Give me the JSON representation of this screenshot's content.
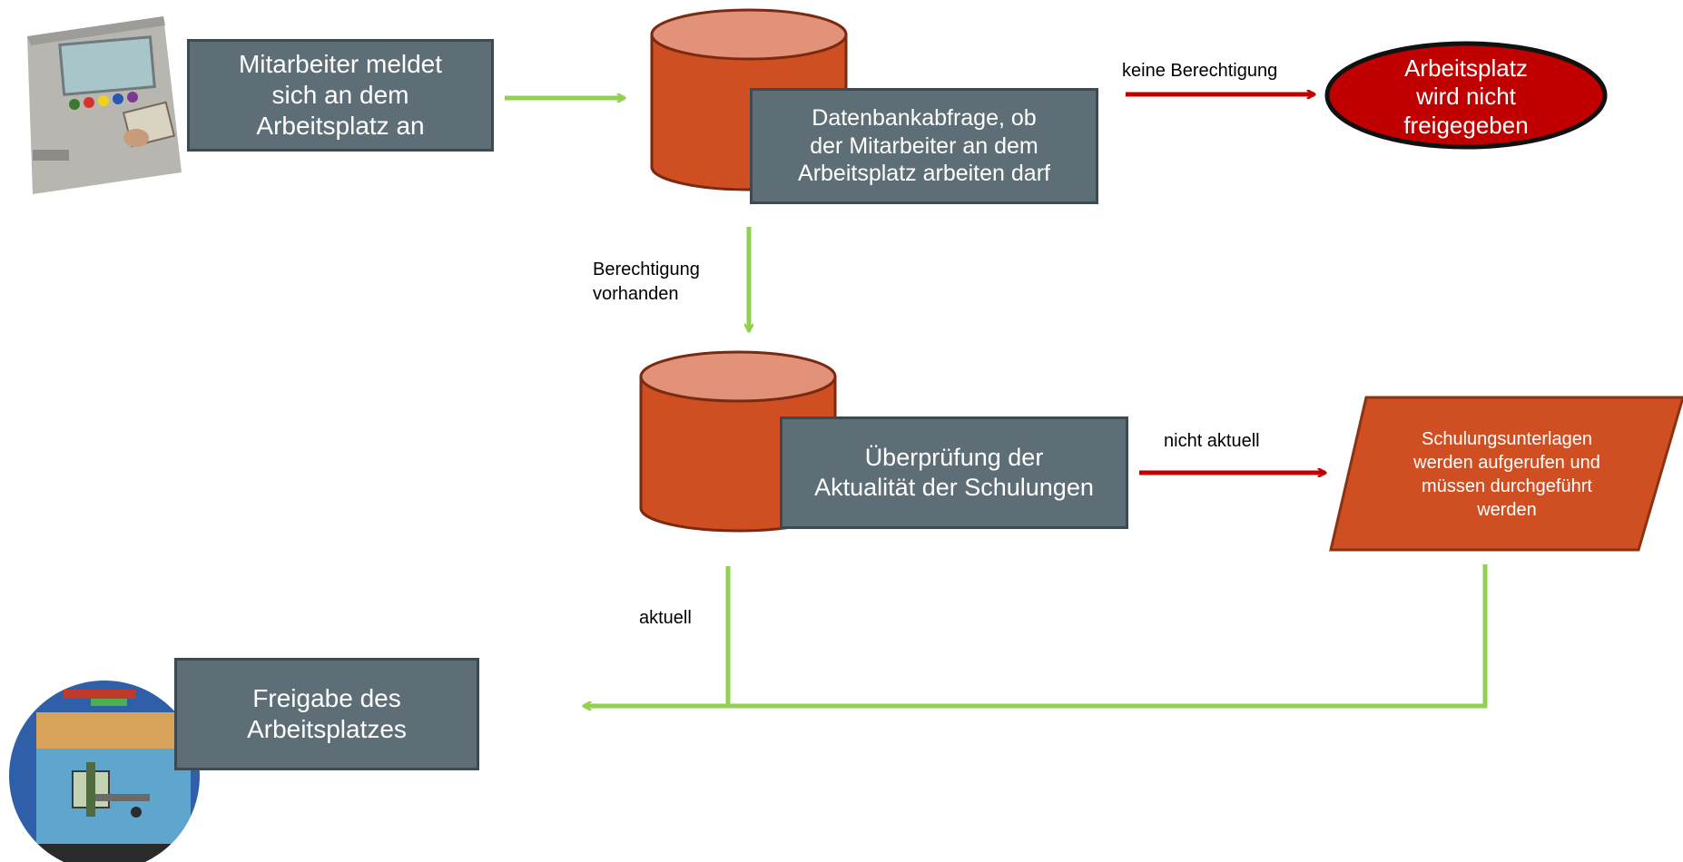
{
  "nodes": {
    "login": "Mitarbeiter meldet\nsich an dem\nArbeitsplatz an",
    "db_query": "Datenbankabfrage, ob\nder Mitarbeiter an dem\nArbeitsplatz arbeiten darf",
    "denied": "Arbeitsplatz\nwird nicht\nfreigegeben",
    "training_check": "Überprüfung der\nAktualität der Schulungen",
    "training_docs": "Schulungsunterlagen\nwerden aufgerufen und\nmüssen durchgeführt\nwerden",
    "release": "Freigabe des\nArbeitsplatzes"
  },
  "edges": {
    "no_permission": "keine Berechtigung",
    "permission_ok": "Berechtigung\nvorhanden",
    "not_current": "nicht aktuell",
    "current": "aktuell"
  },
  "colors": {
    "box_fill": "#5e6e76",
    "cylinder_body": "#cf4f22",
    "cylinder_top": "#e3927a",
    "green_arrow": "#92d050",
    "red_arrow": "#c00000",
    "denied_fill": "#c00000",
    "parallelogram_fill": "#cf4f22"
  }
}
